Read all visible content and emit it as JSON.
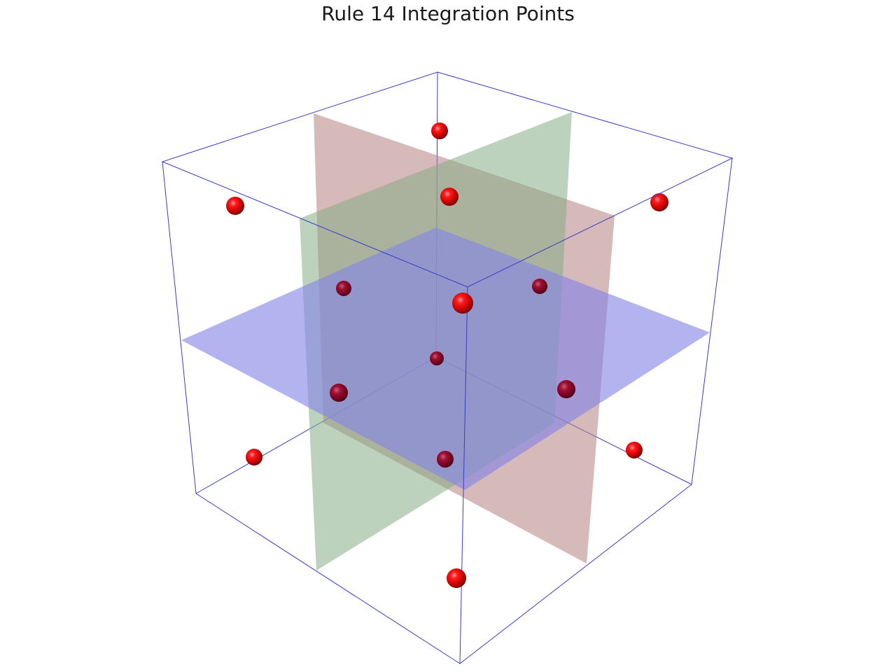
{
  "title": "Rule 14 Integration Points",
  "colors": {
    "background": "#ffffff",
    "box_edge": "#3b3bc4",
    "plane_xy": "#8585e6",
    "plane_xz": "#b57f7f",
    "plane_yz": "#87ad87",
    "point": "#e00000"
  },
  "scene": {
    "point_count": 14,
    "box": "cube",
    "planes": [
      "horizontal",
      "vertical-a",
      "vertical-b"
    ]
  }
}
